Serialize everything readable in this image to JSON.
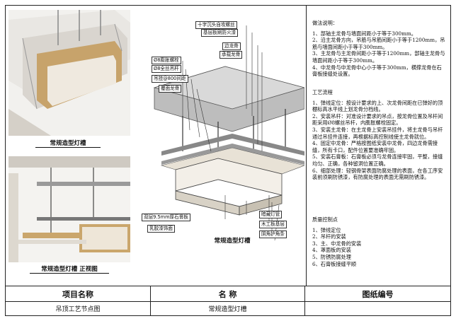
{
  "captions": {
    "top_left": "常规造型灯槽",
    "bottom_left": "常规造型灯槽 正视图",
    "main": "常规造型灯槽"
  },
  "labels": [
    "十字沉头自攻螺丝",
    "基层板刷防火漆",
    "边龙骨",
    "承载龙骨",
    "Ø8膨胀螺栓",
    "Ø8全丝吊杆",
    "吊挂@800间距",
    "覆面龙骨",
    "双层9.5mm厚石膏板",
    "乳胶漆饰面",
    "暗藏灯管",
    "木工板基层",
    "阴角护角条"
  ],
  "notes": {
    "title1": "做法说明：",
    "items1": [
      "1、部轴主龙骨与墙面间距小于等于300mm。",
      "2、沿主龙骨方向，吊筋与吊筋间距小于等于1200mm，吊筋与墙面间距小于等于300mm。",
      "3、主龙骨与主龙骨间距小于等于1200mm，部轴主龙骨与墙面间距小于等于300mm。",
      "4、中龙骨与中龙骨中心小于等于300mm，横撑龙骨在石膏板接缝处设置。"
    ],
    "title2": "工艺流程",
    "items2": [
      "1、弹线定位：按设计要求的上、次龙骨间距在已弹好的顶棚标高水平线上划龙骨分档线。",
      "2、安装吊杆：对准设计要求的吊点，按龙骨位置及吊杆间距采用Ø8螺丝吊杆，内膨胀螺栓固定。",
      "3、安装主龙骨：在主龙骨上安装吊挂件，将主龙骨与吊杆通过吊挂件连接，再根据标高控制线使主龙骨就位。",
      "4、固定中龙骨：严格按图纸安装中龙骨，四边龙骨需接缝，所有卡口，配件位置要准确牢固。",
      "5、安装石膏板：石膏板必须与龙骨连接牢固，平整，接缝均匀、正确，各种留洞位置正确。",
      "6、细部处理：轻钢骨架表面防腐处理的表面，在各工序安装前须刷防锈漆，有防腐处理的表面无需刷防锈漆。"
    ],
    "title3": "质量控制点",
    "items3": [
      "1、弹线定位",
      "2、吊杆的安装",
      "3、主、中龙骨的安装",
      "4、罩面板的安装",
      "5、防锈防腐处理",
      "6、石膏板接缝平顺"
    ]
  },
  "titleblock": {
    "h1": "项目名称",
    "h2": "名    称",
    "h3": "图纸编号",
    "v1": "吊顶工艺节点图",
    "v2": "常规造型灯槽",
    "v3": ""
  }
}
